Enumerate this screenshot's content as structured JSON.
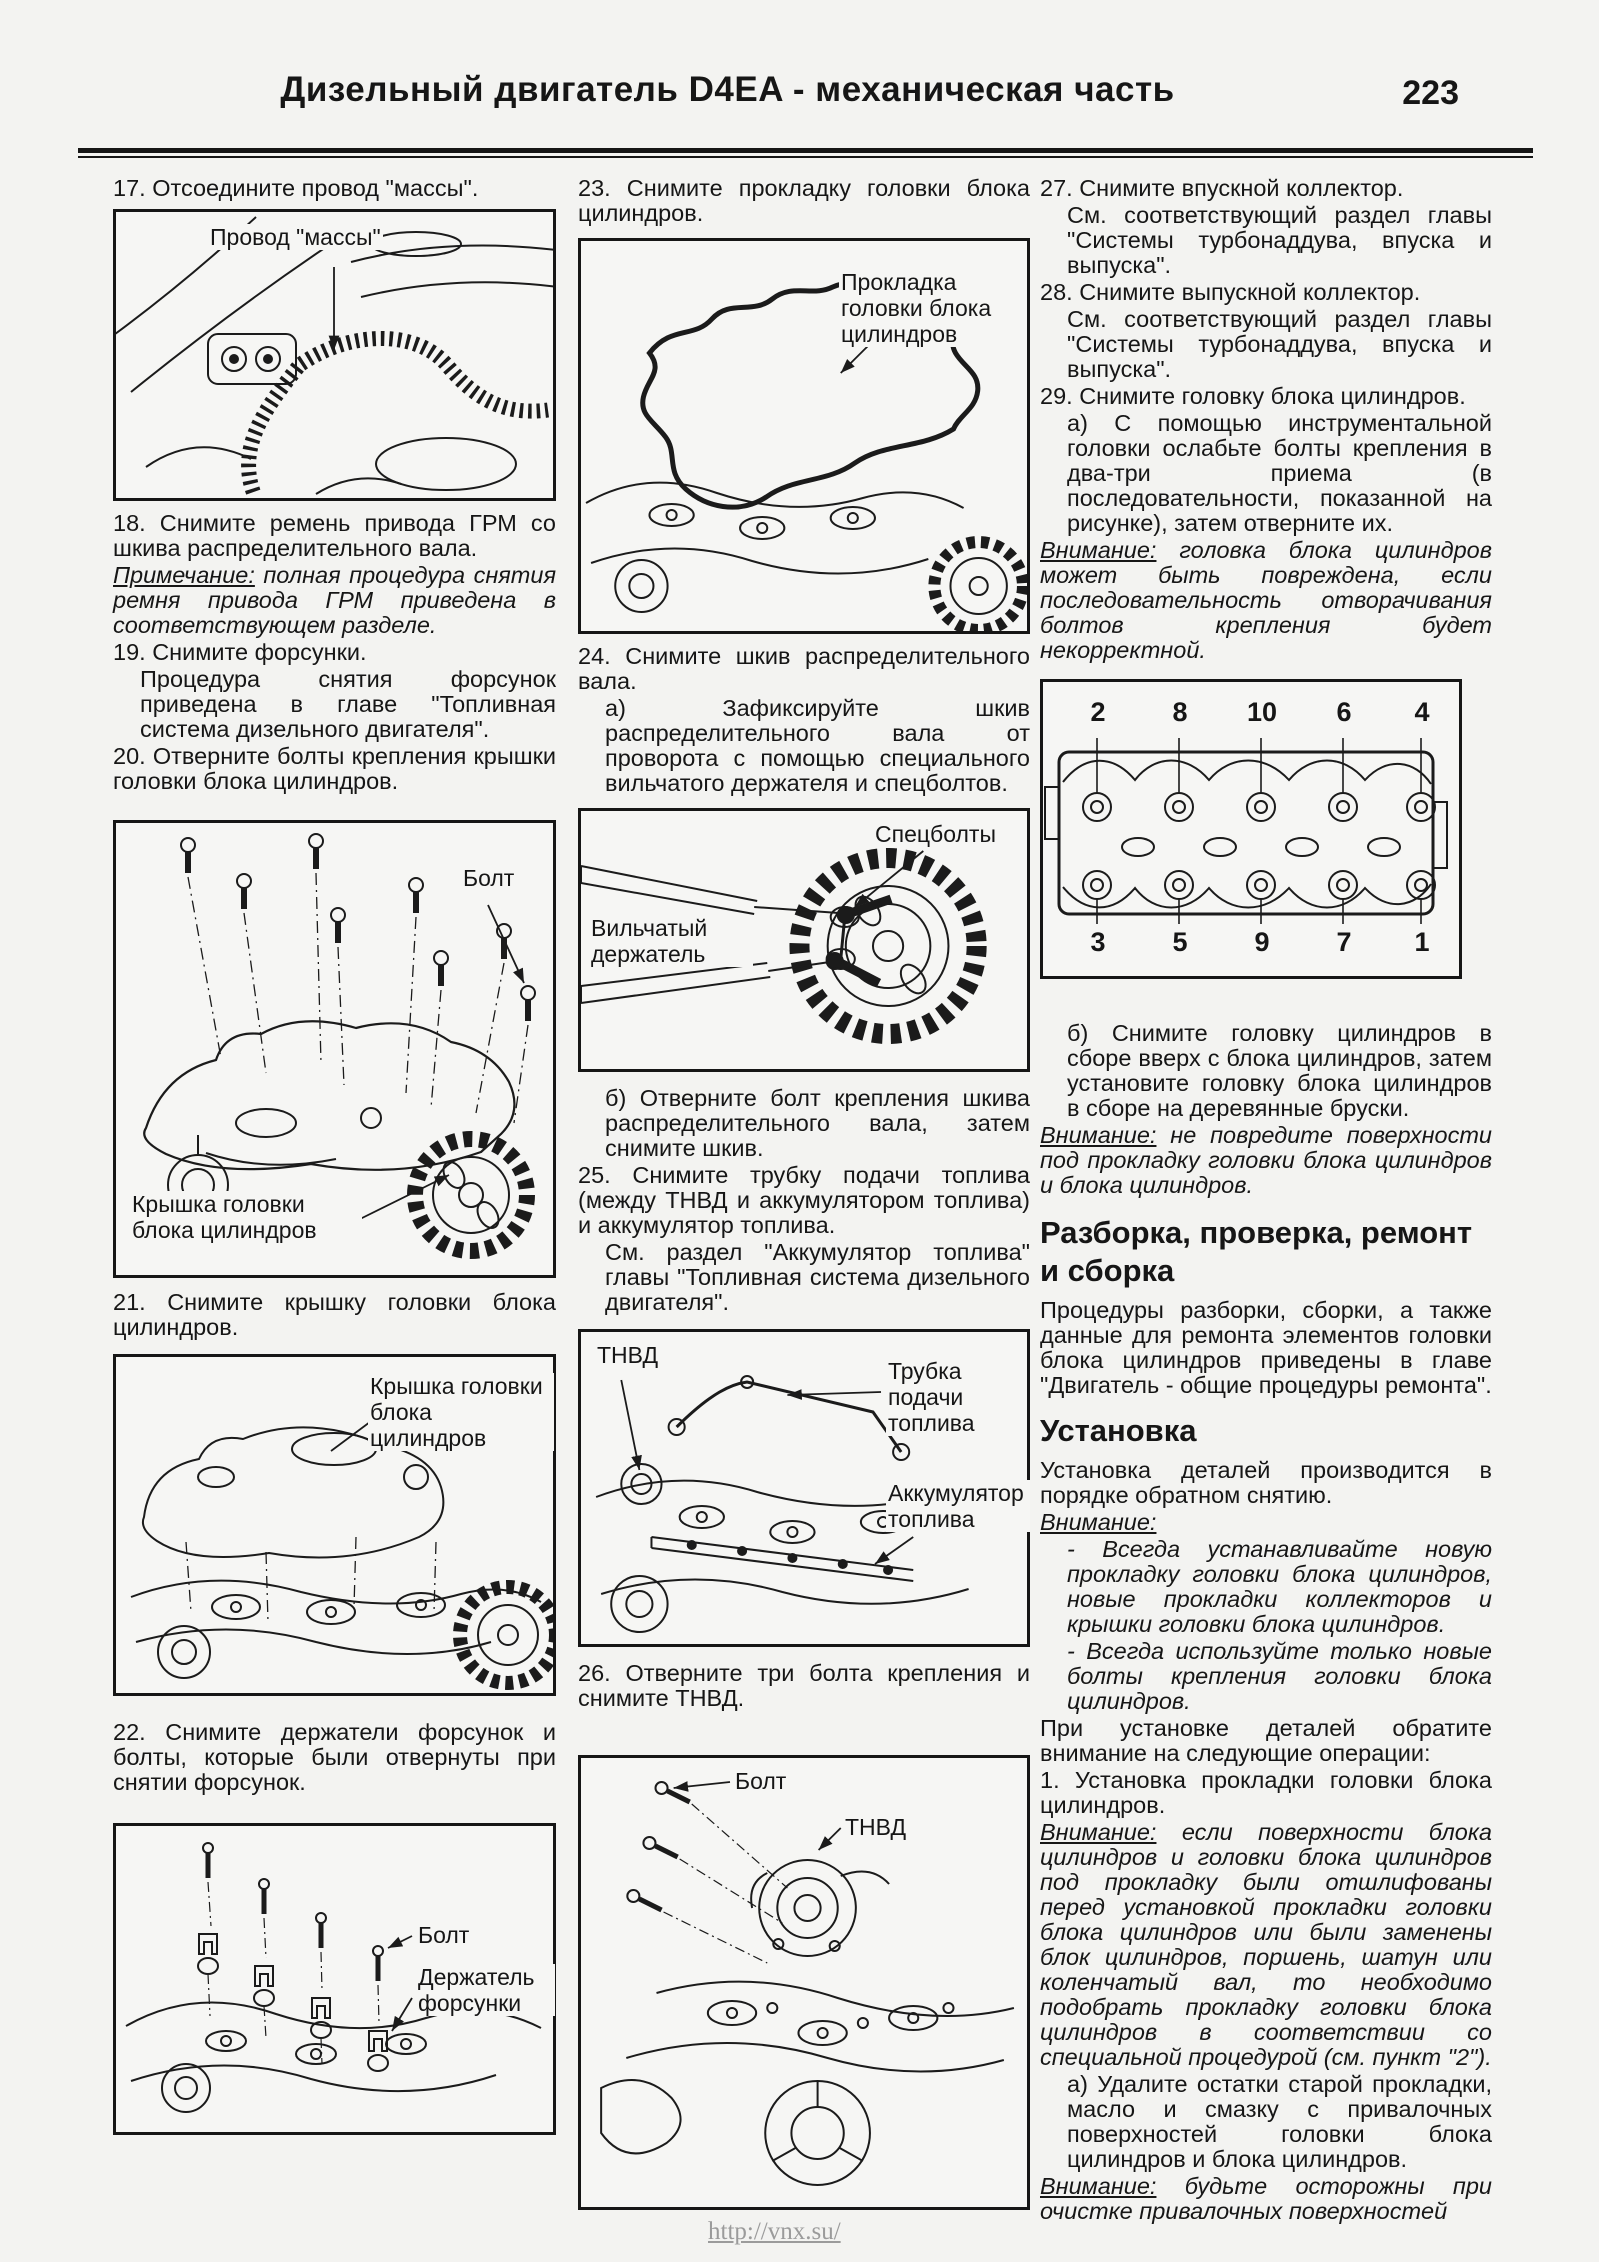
{
  "header": {
    "title": "Дизельный двигатель D4EA - механическая часть",
    "page_number": "223"
  },
  "watermark": "http://vnx.su/",
  "left": {
    "p17": "17. Отсоедините провод \"массы\".",
    "p18": "18. Снимите ремень привода ГРМ со шкива распределительного вала.",
    "note18_label": "Примечание:",
    "note18_text": "полная процедура снятия ремня привода ГРМ приведена в соответствующем разделе.",
    "p19": "19. Снимите форсунки.",
    "p19a": "Процедура снятия форсунок приведена в главе \"Топливная система дизельного двигателя\".",
    "p20": "20. Отверните болты крепления крышки головки блока цилиндров.",
    "p21": "21. Снимите крышку головки блока цилиндров.",
    "p22": "22. Снимите держатели форсунок и болты, которые были отвернуты при снятии форсунок."
  },
  "middle": {
    "p23": "23. Снимите прокладку головки блока цилиндров.",
    "p24": "24. Снимите шкив распределительного вала.",
    "p24a": "а) Зафиксируйте шкив распределительного вала от проворота с помощью специального вильчатого держателя и спецболтов.",
    "p24b": "б) Отверните болт крепления шкива распределительного вала, затем снимите шкив.",
    "p25": "25. Снимите трубку подачи топлива (между ТНВД и аккумулятором топлива) и аккумулятор топлива.",
    "p25a": "См. раздел \"Аккумулятор топлива\" главы \"Топливная система дизельного двигателя\".",
    "p26": "26. Отверните три болта крепления и снимите ТНВД."
  },
  "right": {
    "p27": "27. Снимите впускной коллектор.",
    "p27a": "См. соответствующий раздел главы \"Системы турбонаддува, впуска и выпуска\".",
    "p28": "28. Снимите выпускной коллектор.",
    "p28a": "См. соответствующий раздел главы \"Системы турбонаддува, впуска и выпуска\".",
    "p29": "29. Снимите головку блока цилиндров.",
    "p29a": "а) С помощью инструментальной головки ослабьте болты крепления в два-три приема (в последовательности, показанной на рисунке), затем отверните их.",
    "note29_label": "Внимание:",
    "note29_text": "головка блока цилиндров может быть повреждена, если последовательность отворачивания болтов крепления будет некорректной.",
    "p29b": "б) Снимите головку цилиндров в сборе вверх с блока цилиндров, затем установите головку блока цилиндров в сборе на деревянные бруски.",
    "note29b_label": "Внимание:",
    "note29b_text": "не повредите поверхности под прокладку головки блока цилиндров и блока цилиндров.",
    "h_disassembly": "Разборка, проверка, ремонт и сборка",
    "p_disassembly": "Процедуры разборки, сборки, а также данные для ремонта элементов головки блока цилиндров приведены в главе \"Двигатель - общие процедуры ремонта\".",
    "h_install": "Установка",
    "p_install": "Установка деталей производится в порядке обратном снятию.",
    "note_install_label": "Внимание:",
    "dash1": "-  Всегда устанавливайте новую прокладку головки блока цилиндров, новые прокладки коллекторов и крышки головки блока цилиндров.",
    "dash2": "-  Всегда используйте только новые болты крепления головки блока цилиндров.",
    "p_ops": "При установке деталей обратите внимание на следующие операции:",
    "p_op1": "1. Установка прокладки головки блока цилиндров.",
    "note_op1_label": "Внимание:",
    "note_op1_text": "если поверхности блока цилиндров и головки блока цилиндров под прокладку были отшлифованы перед установкой прокладки головки блока цилиндров или были заменены блок цилиндров, поршень, шатун или коленчатый вал, то необходимо подобрать прокладку головки блока цилиндров в соответствии со специальной процедурой (см. пункт \"2\").",
    "p_op1a": "а) Удалите остатки старой прокладки, масло и смазку с привалочных поверхностей головки блока цилиндров и блока цилиндров.",
    "note_final_label": "Внимание:",
    "note_final_text": "будьте осторожны при очистке привалочных поверхностей"
  },
  "figures": {
    "ground_wire": {
      "label": "Провод \"массы\""
    },
    "cover_bolts": {
      "bolt_label": "Болт",
      "cover_label": "Крышка головки блока цилиндров"
    },
    "cover_remove": {
      "cover_label": "Крышка головки блока цилиндров"
    },
    "injector_holders": {
      "bolt_label": "Болт",
      "holder_label": "Держатель форсунки"
    },
    "gasket": {
      "label": "Прокладка головки блока цилиндров"
    },
    "fork_holder": {
      "bolts_label": "Спецболты",
      "fork_label": "Вильчатый держатель"
    },
    "fuel_pipe": {
      "pump_label": "ТНВД",
      "pipe_label": "Трубка подачи топлива",
      "rail_label": "Аккумулятор топлива"
    },
    "pump_remove": {
      "bolt_label": "Болт",
      "pump_label": "ТНВД"
    },
    "bolt_sequence": {
      "top": [
        "2",
        "8",
        "10",
        "6",
        "4"
      ],
      "bottom": [
        "3",
        "5",
        "9",
        "7",
        "1"
      ]
    }
  }
}
